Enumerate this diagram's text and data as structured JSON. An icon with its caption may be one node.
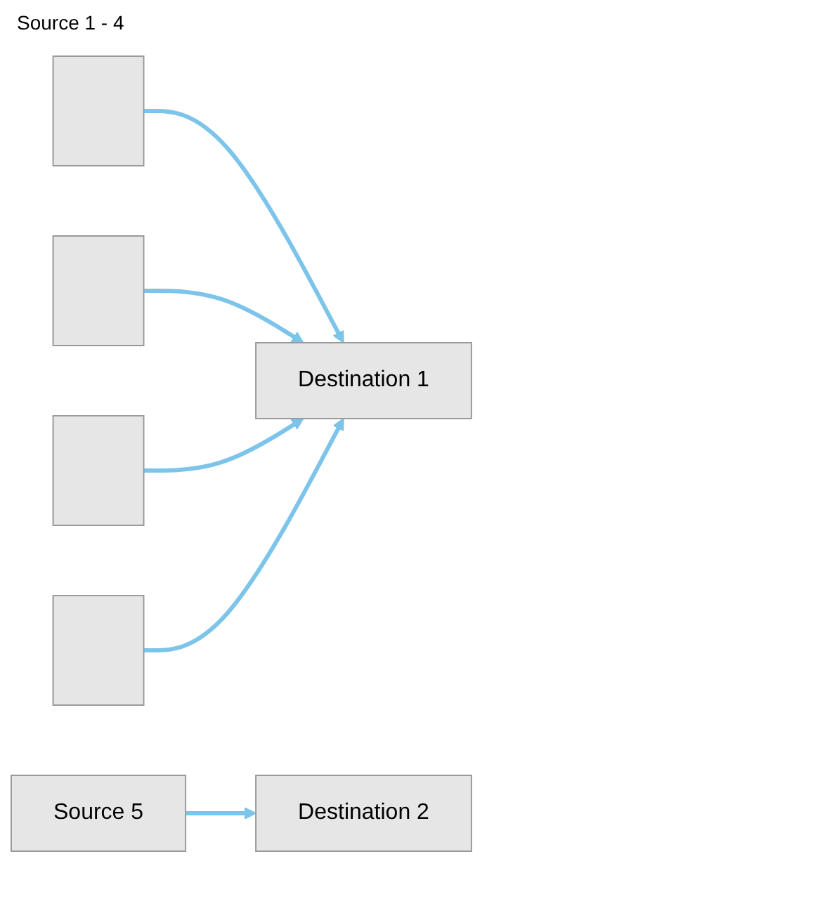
{
  "diagram": {
    "nodes": [
      {
        "text": [],
        "shape": "box"
      },
      {
        "text": [],
        "shape": "box"
      },
      {
        "text": [],
        "shape": "box"
      },
      {
        "text": [],
        "shape": "box"
      },
      {
        "text": [
          "Destination 1"
        ]
      },
      {
        "text": [
          "Source 5"
        ]
      },
      {
        "text": [
          "Destination 2"
        ]
      }
    ],
    "edges": [
      {
        "from": 0,
        "to": 4,
        "arrow": "to"
      },
      {
        "from": 1,
        "to": 4,
        "arrow": "to"
      },
      {
        "from": 2,
        "to": 4,
        "arrow": "to"
      },
      {
        "from": 3,
        "to": 4,
        "arrow": "to"
      },
      {
        "from": 5,
        "to": 6,
        "arrow": "to"
      }
    ],
    "labels": [
      "Source 1 - 4"
    ]
  }
}
